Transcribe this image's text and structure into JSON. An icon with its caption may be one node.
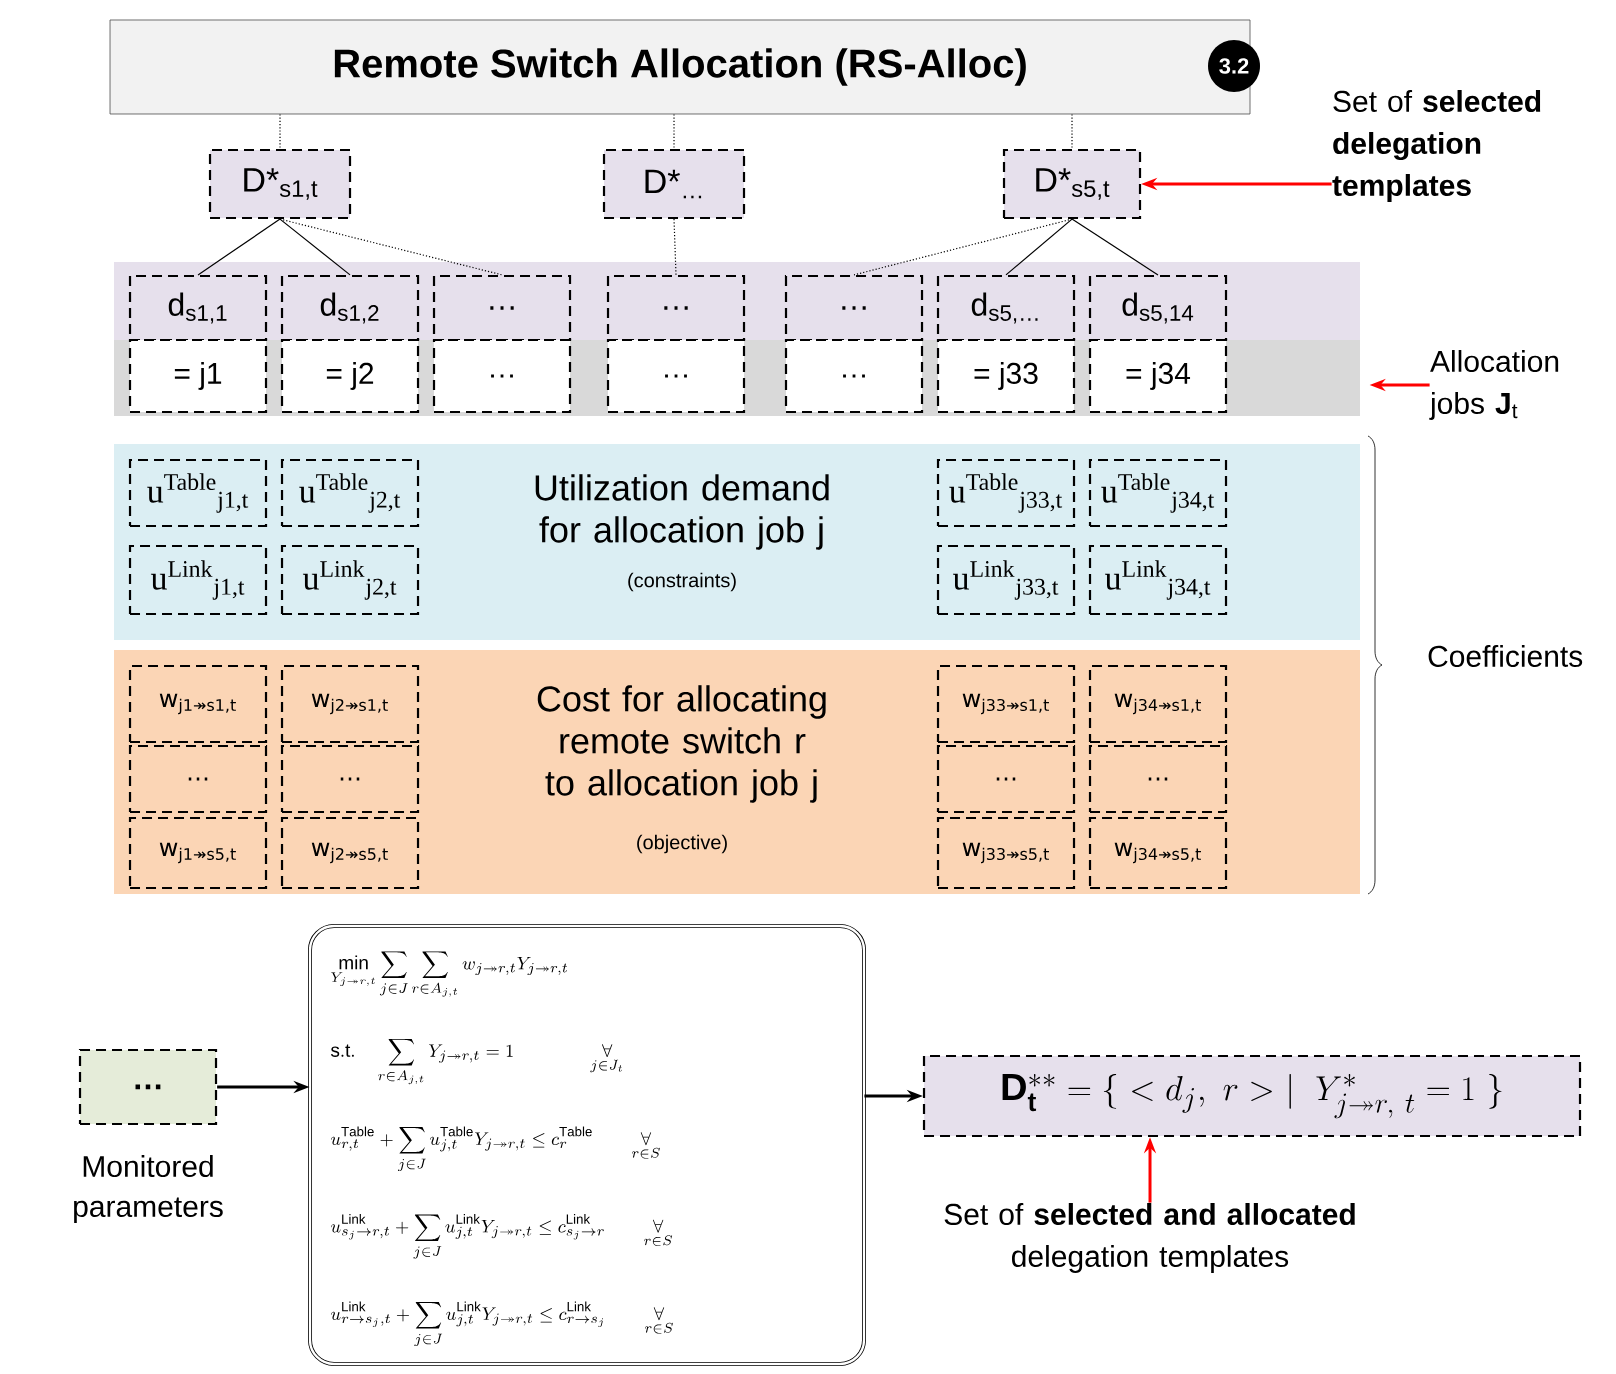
{
  "diagram": {
    "nodes": [
      {
        "text": [
          "Remote Switch Allocation (RS-Alloc)"
        ]
      },
      {
        "text": [
          "3.2"
        ],
        "in": 0
      },
      {
        "text": [
          "D*$_{s1,t}$"
        ]
      },
      {
        "text": [
          "D*$_{…}$"
        ]
      },
      {
        "text": [
          "D*$_{s5,t}$"
        ]
      },
      {
        "text": [
          "d$_{s1,1}$"
        ]
      },
      {
        "text": [
          "d$_{s1,2}$"
        ]
      },
      {
        "text": [
          "…"
        ]
      },
      {
        "text": [
          "…"
        ]
      },
      {
        "text": [
          "…"
        ]
      },
      {
        "text": [
          "d$_{s5,…}$"
        ]
      },
      {
        "text": [
          "d$_{s5,14}$"
        ]
      },
      {
        "text": [
          "= j1"
        ]
      },
      {
        "text": [
          "= j2"
        ]
      },
      {
        "text": [
          "…"
        ]
      },
      {
        "text": [
          "…"
        ]
      },
      {
        "text": [
          "…"
        ]
      },
      {
        "text": [
          "= j33"
        ]
      },
      {
        "text": [
          "= j34"
        ]
      },
      {
        "text": [
          "Utilization demand for allocation job j",
          "(constraints)"
        ]
      },
      {
        "text": [
          "u$^{Table}$$_{j1,t}$"
        ],
        "in": 19
      },
      {
        "text": [
          "u$^{Table}$$_{j2,t}$"
        ],
        "in": 19
      },
      {
        "text": [
          "u$^{Table}$$_{j33,t}$"
        ],
        "in": 19
      },
      {
        "text": [
          "u$^{Table}$$_{j34,t}$"
        ],
        "in": 19
      },
      {
        "text": [
          "u$^{Link}$$_{j1,t}$"
        ],
        "in": 19
      },
      {
        "text": [
          "u$^{Link}$$_{j2,t}$"
        ],
        "in": 19
      },
      {
        "text": [
          "u$^{Link}$$_{j33,t}$"
        ],
        "in": 19
      },
      {
        "text": [
          "u$^{Link}$$_{j34,t}$"
        ],
        "in": 19
      },
      {
        "text": [
          "Cost for allocating remote switch r to allocation job j",
          "(objective)"
        ]
      },
      {
        "text": [
          "w$_{j1↠s1,t}$"
        ],
        "in": 28
      },
      {
        "text": [
          "w$_{j2↠s1,t}$"
        ],
        "in": 28
      },
      {
        "text": [
          "w$_{j33↠s1,t}$"
        ],
        "in": 28
      },
      {
        "text": [
          "w$_{j34↠s1,t}$"
        ],
        "in": 28
      },
      {
        "text": [
          "…"
        ],
        "in": 28
      },
      {
        "text": [
          "…"
        ],
        "in": 28
      },
      {
        "text": [
          "…"
        ],
        "in": 28
      },
      {
        "text": [
          "…"
        ],
        "in": 28
      },
      {
        "text": [
          "w$_{j1↠s5,t}$"
        ],
        "in": 28
      },
      {
        "text": [
          "w$_{j2↠s5,t}$"
        ],
        "in": 28
      },
      {
        "text": [
          "w$_{j33↠s5,t}$"
        ],
        "in": 28
      },
      {
        "text": [
          "w$_{j34↠s5,t}$"
        ],
        "in": 28
      },
      {
        "text": [
          "Set of **selected delegation templates**"
        ]
      },
      {
        "text": [
          "Allocation jobs **J**$_{t}$"
        ]
      },
      {
        "text": [
          "…"
        ],
        "beside": [
          "Monitored parameters"
        ]
      },
      {
        "text": [
          "\\min_{Y_{j\\twoheadrightarrow r,t}} \\sum_{j\\in J}\\sum_{r\\in A_{j,t}} w_{j\\twoheadrightarrow r,t} Y_{j\\twoheadrightarrow r,t}",
          "\\mathrm{s.t.}\\quad \\sum_{r\\in A_{j,t}} Y_{j\\twoheadrightarrow r,t} = 1 \\qquad\\qquad \\underset{j\\in J_t}{\\forall}",
          "u^{\\mathrm{Table}}_{r,t} + \\sum_{j\\in J} u^{\\mathrm{Table}}_{j,t} Y_{j\\twoheadrightarrow r,t} \\le c^{\\mathrm{Table}}_{r} \\qquad \\underset{r\\in S}{\\forall}",
          "u^{\\mathrm{Link}}_{s_j\\rightarrow r,t} + \\sum_{j\\in J} u^{\\mathrm{Link}}_{j,t} Y_{j\\twoheadrightarrow r,t} \\le c^{\\mathrm{Link}}_{s_j\\rightarrow r} \\qquad \\underset{r\\in S}{\\forall}",
          "u^{\\mathrm{Link}}_{r\\rightarrow s_j,t} + \\sum_{j\\in J} u^{\\mathrm{Link}}_{j,t} Y_{j\\twoheadrightarrow r,t} \\le c^{\\mathrm{Link}}_{r\\rightarrow s_j} \\qquad \\underset{r\\in S}{\\forall}"
        ]
      },
      {
        "text": [
          "\\mathbf{D}^{**}_{\\mathbf{t}} = \\{\\ <d_{j},\\ r>\\ \\mid\\ Y^{*}_{j\\twoheadrightarrow r,\\ t} = 1\\ \\}"
        ]
      },
      {
        "text": [
          "Set of **selected and allocated** delegation templates"
        ]
      }
    ],
    "edges": [
      {
        "from": 0,
        "to": 2,
        "arrow": "none",
        "style": "dashed"
      },
      {
        "from": 0,
        "to": 3,
        "arrow": "none",
        "style": "dashed"
      },
      {
        "from": 0,
        "to": 4,
        "arrow": "none",
        "style": "dashed"
      },
      {
        "from": 2,
        "to": 5,
        "arrow": "none"
      },
      {
        "from": 2,
        "to": 6,
        "arrow": "none"
      },
      {
        "from": 2,
        "to": 7,
        "arrow": "none",
        "style": "dashed"
      },
      {
        "from": 3,
        "to": 8,
        "arrow": "none",
        "style": "dashed"
      },
      {
        "from": 4,
        "to": 9,
        "arrow": "none",
        "style": "dashed"
      },
      {
        "from": 4,
        "to": 10,
        "arrow": "none"
      },
      {
        "from": 4,
        "to": 11,
        "arrow": "none"
      },
      {
        "from": 41,
        "to": 4,
        "arrow": "to",
        "color": "#ff0000"
      },
      {
        "from": 42,
        "to": null,
        "arrow": "to",
        "color": "#ff0000"
      },
      {
        "from": 43,
        "to": 44,
        "arrow": "to"
      },
      {
        "from": 44,
        "to": 45,
        "arrow": "to"
      },
      {
        "from": 46,
        "to": 45,
        "arrow": "to",
        "color": "#ff0000"
      }
    ],
    "labels": [
      "Coefficients"
    ]
  }
}
